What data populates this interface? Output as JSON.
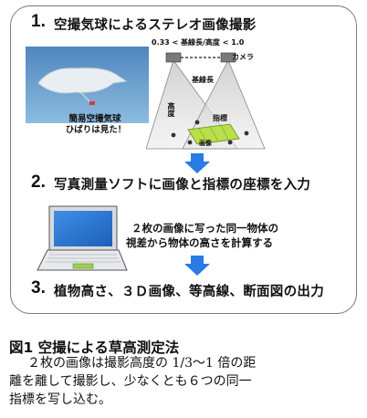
{
  "steps": [
    {
      "num": "1.",
      "text": "空撮気球によるステレオ画像撮影"
    },
    {
      "num": "2.",
      "text": "写真測量ソフトに画像と指標の座標を入力"
    },
    {
      "num": "3.",
      "text": "植物高さ、３Ｄ画像、等高線、断面図の出力"
    }
  ],
  "illustration": {
    "ratio_label": "0.33 < 基線長/高度 < 1.0",
    "camera_label": "カメラ",
    "baseline_label": "基線長",
    "altitude_label": "高度",
    "marker_label": "指標",
    "area_label": "画像",
    "balloon_caption_1": "簡易空撮気球",
    "balloon_caption_2": "ひばりは見た！"
  },
  "step2_note_1": "２枚の画像に写った同一物体の",
  "step2_note_2": "視差から物体の高さを計算する",
  "caption": {
    "title": "図1  空撮による草高測定法",
    "line1": "２枚の画像は撮影高度の 1/3～1 倍の距",
    "line2": "離を離して撮影し、少なくとも６つの同一",
    "line3": "指標を写し込む。"
  },
  "colors": {
    "arrow": "#2a7be4",
    "panel_border": "#7a7a7a",
    "field": "#b8e04a",
    "sky": "#5f97c9"
  }
}
